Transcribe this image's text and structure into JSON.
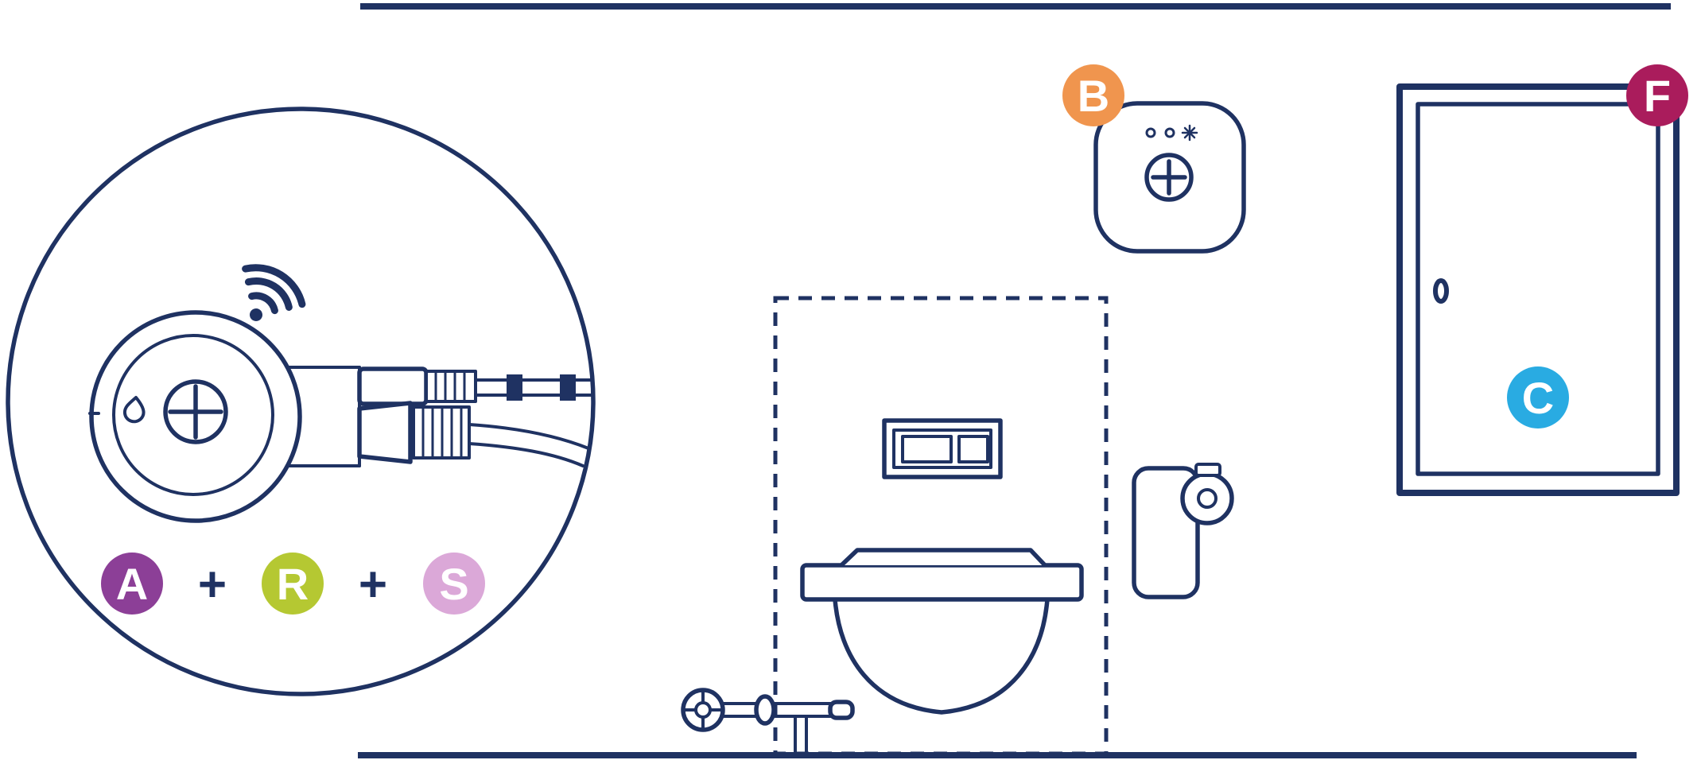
{
  "diagram": {
    "badges": {
      "a": {
        "label": "A",
        "color": "#8C3F97"
      },
      "r": {
        "label": "R",
        "color": "#B5C832"
      },
      "s": {
        "label": "S",
        "color": "#DBA8D8"
      },
      "b": {
        "label": "B",
        "color": "#F0954E"
      },
      "c": {
        "label": "C",
        "color": "#29ABE2"
      },
      "f": {
        "label": "F",
        "color": "#AA1C5C"
      }
    },
    "operators": {
      "plus1": "+",
      "plus2": "+"
    },
    "colors": {
      "line": "#1F3262",
      "background": "#FFFFFF",
      "badge_text": "#FFFFFF"
    },
    "icons": {
      "wifi": "wifi-signal-icon",
      "controller": "smart-water-controller",
      "water_drop": "water-drop-icon",
      "hub": "smart-hub-device",
      "door": "door",
      "toilet": "wall-hung-toilet",
      "flush_plate": "flush-plate",
      "paper_holder": "toilet-paper-holder",
      "valve": "water-shutoff-valve",
      "zone": "installation-zone"
    }
  }
}
